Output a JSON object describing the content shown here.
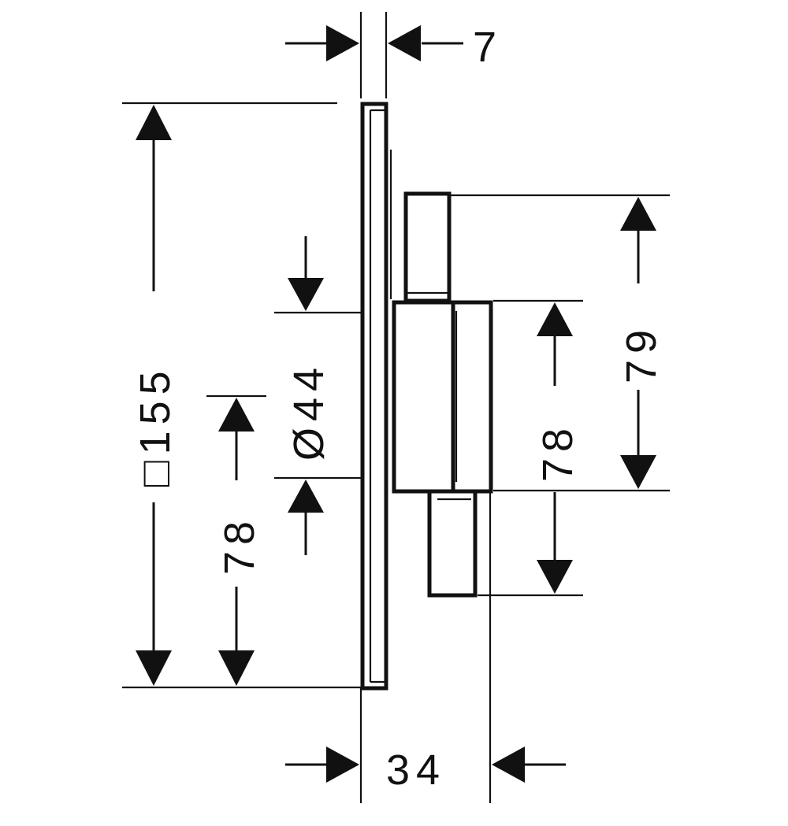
{
  "dimensions": {
    "panel_thickness": "7",
    "panel_square": "□155",
    "lower_offset_left": "78",
    "diameter": "Ø44",
    "right_offset": "78",
    "right_height": "79",
    "total_depth": "34"
  }
}
